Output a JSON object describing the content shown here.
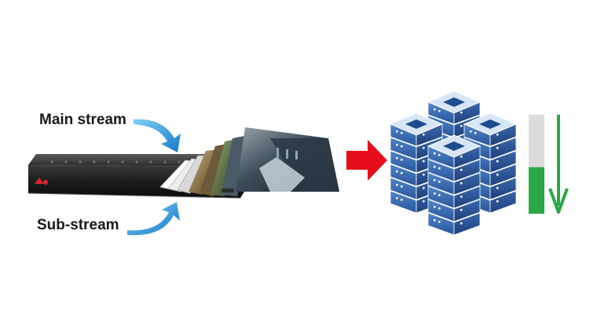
{
  "labels": {
    "main_stream": "Main stream",
    "sub_stream": "Sub-stream"
  },
  "icons": {
    "recorder": "nvr-device-icon",
    "frames": "video-frames-icon",
    "transfer": "red-right-arrow-icon",
    "servers": "server-stack-icon",
    "storage_meter": "storage-bar-icon",
    "reduce": "green-down-arrow-icon"
  },
  "storage_meter": {
    "fill_fraction": 0.47
  },
  "colors": {
    "stream_arrow": "#1f9fe0",
    "transfer_arrow": "#e50d1a",
    "meter_fill": "#2aa845",
    "meter_empty": "#dcdcdc",
    "server_face": "#3d6db4",
    "server_top": "#d6e6f7"
  }
}
